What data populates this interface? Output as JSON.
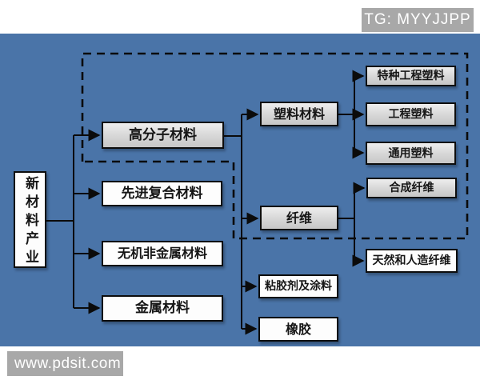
{
  "badges": {
    "tg": "TG: MYYJJPP",
    "watermark": "www.pdsit.com"
  },
  "colors": {
    "panel_background": "#4a74a8",
    "node_gray": "#d6d6d6",
    "node_white": "#fdfdfd",
    "node_border": "#0d0d0d",
    "badge_background": "#a8a8a8",
    "badge_text": "#ffffff",
    "connector": "#0b0b0b"
  },
  "diagram": {
    "root": {
      "label": "新材料产业"
    },
    "level1": [
      {
        "label": "高分子材料"
      },
      {
        "label": "先进复合材料"
      },
      {
        "label": "无机非金属材料"
      },
      {
        "label": "金属材料"
      }
    ],
    "level2": [
      {
        "label": "塑料材料"
      },
      {
        "label": "纤维"
      },
      {
        "label": "粘胶剂及涂料"
      },
      {
        "label": "橡胶"
      }
    ],
    "level3": [
      {
        "label": "特种工程塑料"
      },
      {
        "label": "工程塑料"
      },
      {
        "label": "通用塑料"
      },
      {
        "label": "合成纤维"
      },
      {
        "label": "天然和人造纤维"
      }
    ]
  }
}
